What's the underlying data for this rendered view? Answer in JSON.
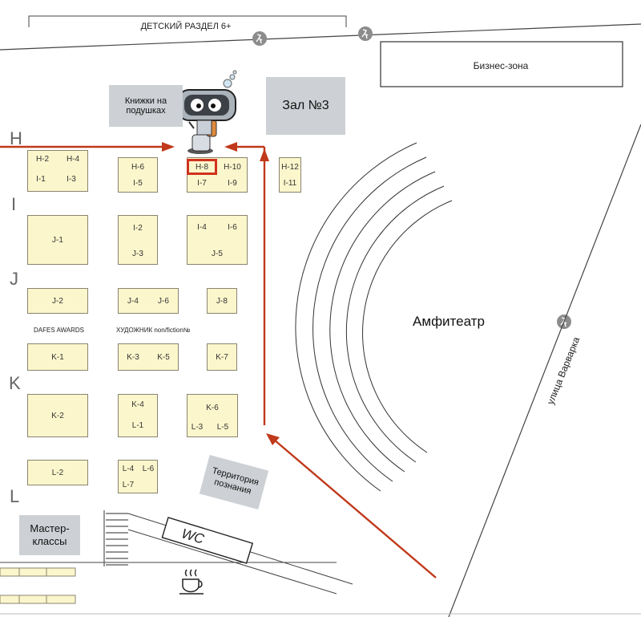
{
  "kids_section": "ДЕТСКИЙ РАЗДЕЛ 6+",
  "business_zone": "Бизнес-зона",
  "books_on_pillows": "Книжки на подушках",
  "hall3": "Зал №3",
  "amphitheater": "Амфитеатр",
  "street": "улица Варварка",
  "rows": [
    "H",
    "I",
    "J",
    "K",
    "L"
  ],
  "booths": {
    "h2": "H-2",
    "h4": "H-4",
    "i1": "I-1",
    "i3": "I-3",
    "h6": "H-6",
    "i5": "I-5",
    "h8": "H-8",
    "h10": "H-10",
    "i7": "I-7",
    "i9": "I-9",
    "h12": "H-12",
    "i11": "I-11",
    "j1": "J-1",
    "i2": "I-2",
    "j3": "J-3",
    "i4": "I-4",
    "i6": "I-6",
    "j5": "J-5",
    "j2": "J-2",
    "j4": "J-4",
    "j6": "J-6",
    "j8": "J-8",
    "k1": "K-1",
    "k3": "K-3",
    "k5": "K-5",
    "k7": "K-7",
    "k2": "K-2",
    "k4": "K-4",
    "l1": "L-1",
    "k6": "K-6",
    "l3": "L-3",
    "l5": "L-5",
    "l2": "L-2",
    "l4": "L-4",
    "l6": "L-6",
    "l7": "L-7"
  },
  "dafes_awards": "DAFES AWARDS",
  "artist_label": "ХУДОЖНИК non/fiction№",
  "territory": "Территория познания",
  "master_classes": "Мастер-классы",
  "wc": "WC",
  "colors": {
    "arrow": "#c0391b",
    "zone": "#cdd1d5",
    "booth": "#fcf6cc",
    "highlight": "#d0321e"
  },
  "icons": [
    "runner-icon",
    "coffee-cup-icon",
    "robot-mascot-icon"
  ]
}
